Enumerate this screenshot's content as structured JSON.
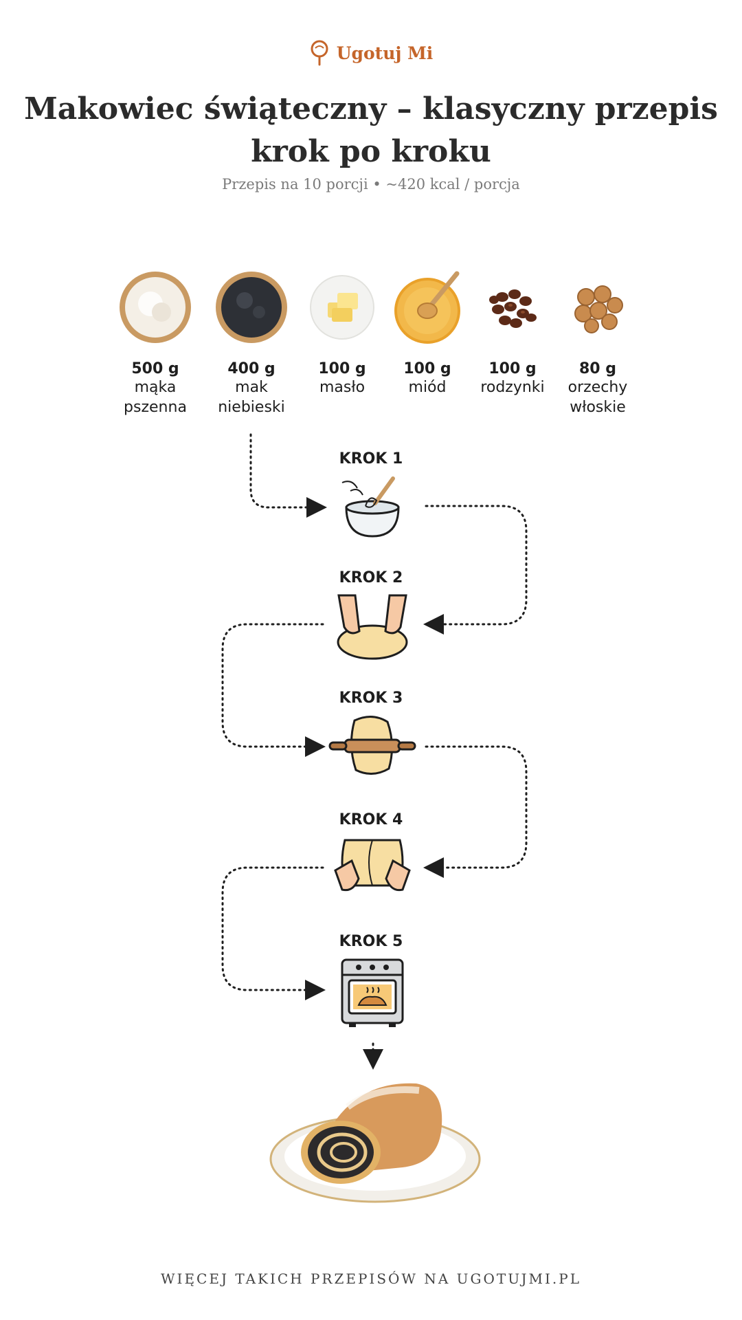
{
  "brand": {
    "name": "Ugotuj Mi",
    "icon": "pin-icon",
    "color": "#c5652a"
  },
  "header": {
    "title": "Makowiec świąteczny – klasyczny przepis krok po kroku",
    "subtitle": "Przepis na 10 porcji • ~420 kcal / porcja"
  },
  "ingredients": [
    {
      "amount": "500 g",
      "name": "mąka\npszenna",
      "icon": "flour-bowl-icon"
    },
    {
      "amount": "400 g",
      "name": "mak\nniebieski",
      "icon": "poppy-seed-bowl-icon"
    },
    {
      "amount": "100 g",
      "name": "masło",
      "icon": "butter-icon"
    },
    {
      "amount": "100 g",
      "name": "miód",
      "icon": "honey-icon"
    },
    {
      "amount": "100 g",
      "name": "rodzynki",
      "icon": "raisins-icon"
    },
    {
      "amount": "80 g",
      "name": "orzechy\nwłoskie",
      "icon": "walnuts-icon"
    }
  ],
  "steps": [
    {
      "label": "KROK 1",
      "icon": "mixing-bowl-whisk-icon"
    },
    {
      "label": "KROK 2",
      "icon": "kneading-hands-icon"
    },
    {
      "label": "KROK 3",
      "icon": "rolling-pin-icon"
    },
    {
      "label": "KROK 4",
      "icon": "rolling-dough-hands-icon"
    },
    {
      "label": "KROK 5",
      "icon": "oven-icon"
    }
  ],
  "result": {
    "icon": "poppy-seed-roll-icon"
  },
  "footer": {
    "text": "WIĘCEJ TAKICH PRZEPISÓW NA UGOTUJMI.PL"
  }
}
